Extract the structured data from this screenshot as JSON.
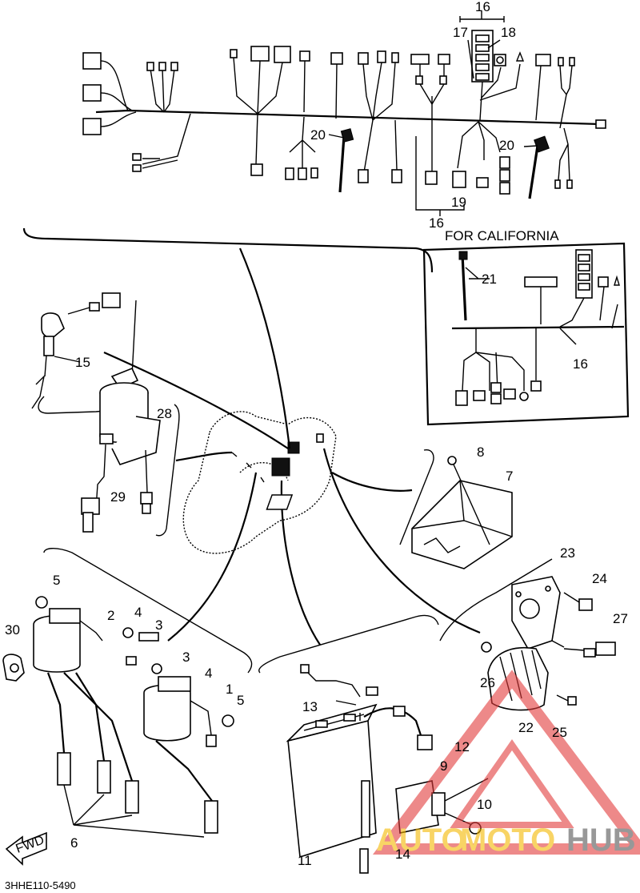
{
  "diagram": {
    "inset_title": "FOR CALIFORNIA",
    "code": "3HHE110-5490",
    "fwd_label": "FWD",
    "watermark": {
      "part1": "AUTO",
      "part2": "MOTO",
      "part3": "HUB",
      "color1": "#f5b800",
      "color2": "#e23b3b",
      "color3": "#555555"
    },
    "callouts": {
      "c1": "1",
      "c2": "2",
      "c3a": "3",
      "c3b": "3",
      "c4a": "4",
      "c4b": "4",
      "c5a": "5",
      "c5b": "5",
      "c6": "6",
      "c7": "7",
      "c8": "8",
      "c9": "9",
      "c10": "10",
      "c11": "11",
      "c12": "12",
      "c13": "13",
      "c14": "14",
      "c15": "15",
      "c16a": "16",
      "c16b": "16",
      "c16c": "16",
      "c17": "17",
      "c18": "18",
      "c19": "19",
      "c20a": "20",
      "c20b": "20",
      "c21": "21",
      "c22": "22",
      "c23": "23",
      "c24": "24",
      "c25": "25",
      "c26": "26",
      "c27": "27",
      "c28": "28",
      "c29": "29",
      "c30": "30"
    }
  }
}
